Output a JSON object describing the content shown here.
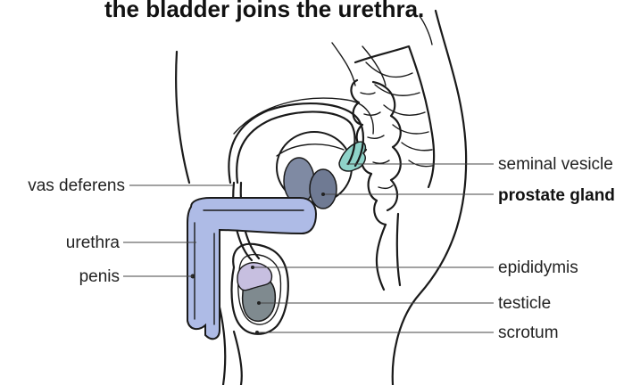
{
  "heading": "the bladder joins the urethra.",
  "labels": {
    "seminal_vesicle": "seminal vesicle",
    "prostate_gland": "prostate gland",
    "vas_deferens": "vas deferens",
    "urethra": "urethra",
    "penis": "penis",
    "epididymis": "epididymis",
    "testicle": "testicle",
    "scrotum": "scrotum"
  },
  "colors": {
    "bladder": "#7f8aa3",
    "prostate": "#6f7a93",
    "seminal_vesicle": "#8fd3c9",
    "urethra_penis": "#aebbe6",
    "epididymis": "#c7bfe0",
    "testicle": "#7f8a8f",
    "outline": "#1a1a1a"
  }
}
